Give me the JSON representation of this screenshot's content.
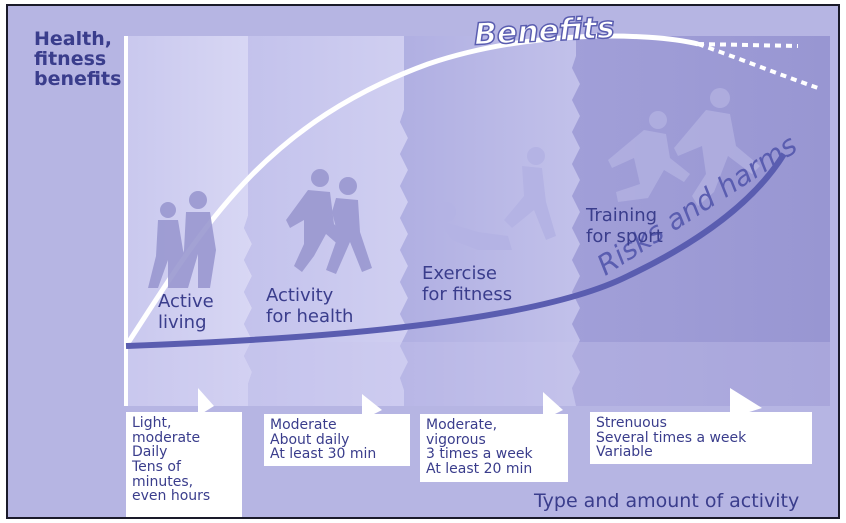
{
  "axis": {
    "y_label_lines": [
      "Health,",
      "fitness",
      "benefits"
    ],
    "x_label": "Type and amount of activity"
  },
  "curves": {
    "benefits_label": "Benefits",
    "risks_label": "Risks and harms"
  },
  "stages": [
    {
      "label_lines": [
        "Active",
        "living"
      ],
      "desc_lines": [
        "Light,",
        "moderate",
        "Daily",
        "Tens of",
        "minutes,",
        "even hours"
      ]
    },
    {
      "label_lines": [
        "Activity",
        "for health"
      ],
      "desc_lines": [
        "Moderate",
        "About daily",
        "At least 30 min"
      ]
    },
    {
      "label_lines": [
        "Exercise",
        "for fitness"
      ],
      "desc_lines": [
        "Moderate,",
        "vigorous",
        "3 times a week",
        "At least 20 min"
      ]
    },
    {
      "label_lines": [
        "Training",
        "for sport"
      ],
      "desc_lines": [
        "Strenuous",
        "Several times a week",
        "Variable"
      ]
    }
  ],
  "colors": {
    "background": "#b6b5e3",
    "panel_dark": "#9e9cd6",
    "panel_light": "#d2d1f1",
    "text": "#3a3d8c",
    "benefits_curve": "#ffffff",
    "risks_curve": "#5a5db0"
  },
  "icons": [
    "walking-figures-icon",
    "jogging-figures-icon",
    "exercising-figures-icon",
    "running-figures-icon"
  ]
}
